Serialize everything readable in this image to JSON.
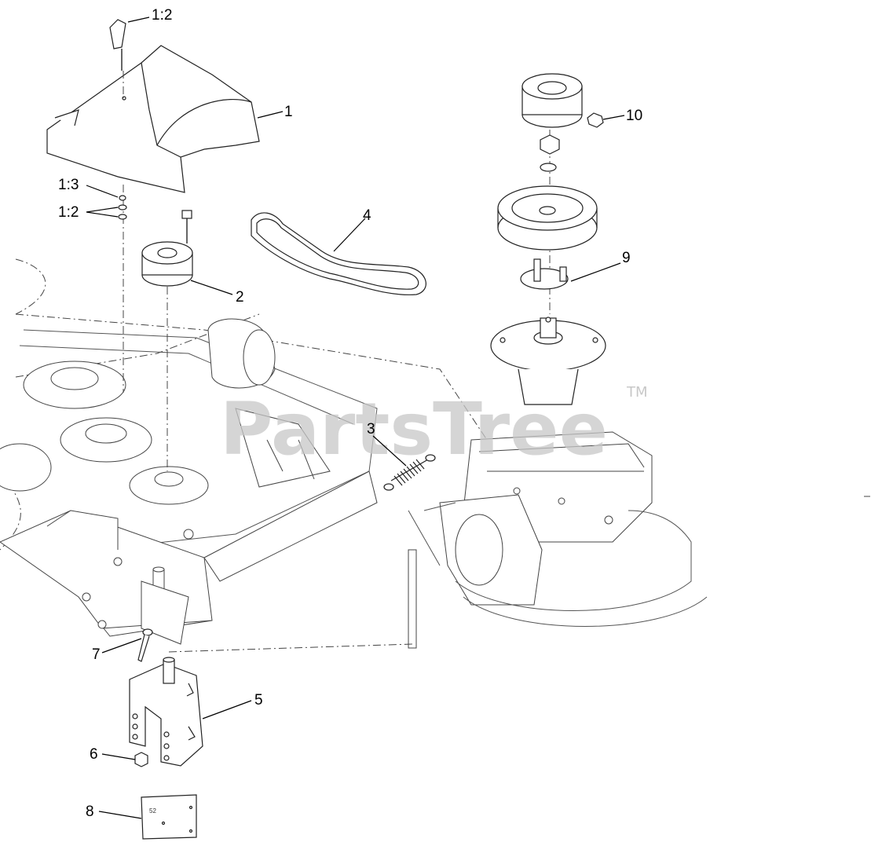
{
  "watermark": {
    "text": "PartsTree",
    "trademark": "TM"
  },
  "decal_text": "52",
  "callouts": {
    "c1": "1",
    "c1_2_top": "1:2",
    "c1_3": "1:3",
    "c1_2_mid": "1:2",
    "c2": "2",
    "c3": "3",
    "c4": "4",
    "c5": "5",
    "c6": "6",
    "c7": "7",
    "c8": "8",
    "c9": "9",
    "c10": "10"
  }
}
